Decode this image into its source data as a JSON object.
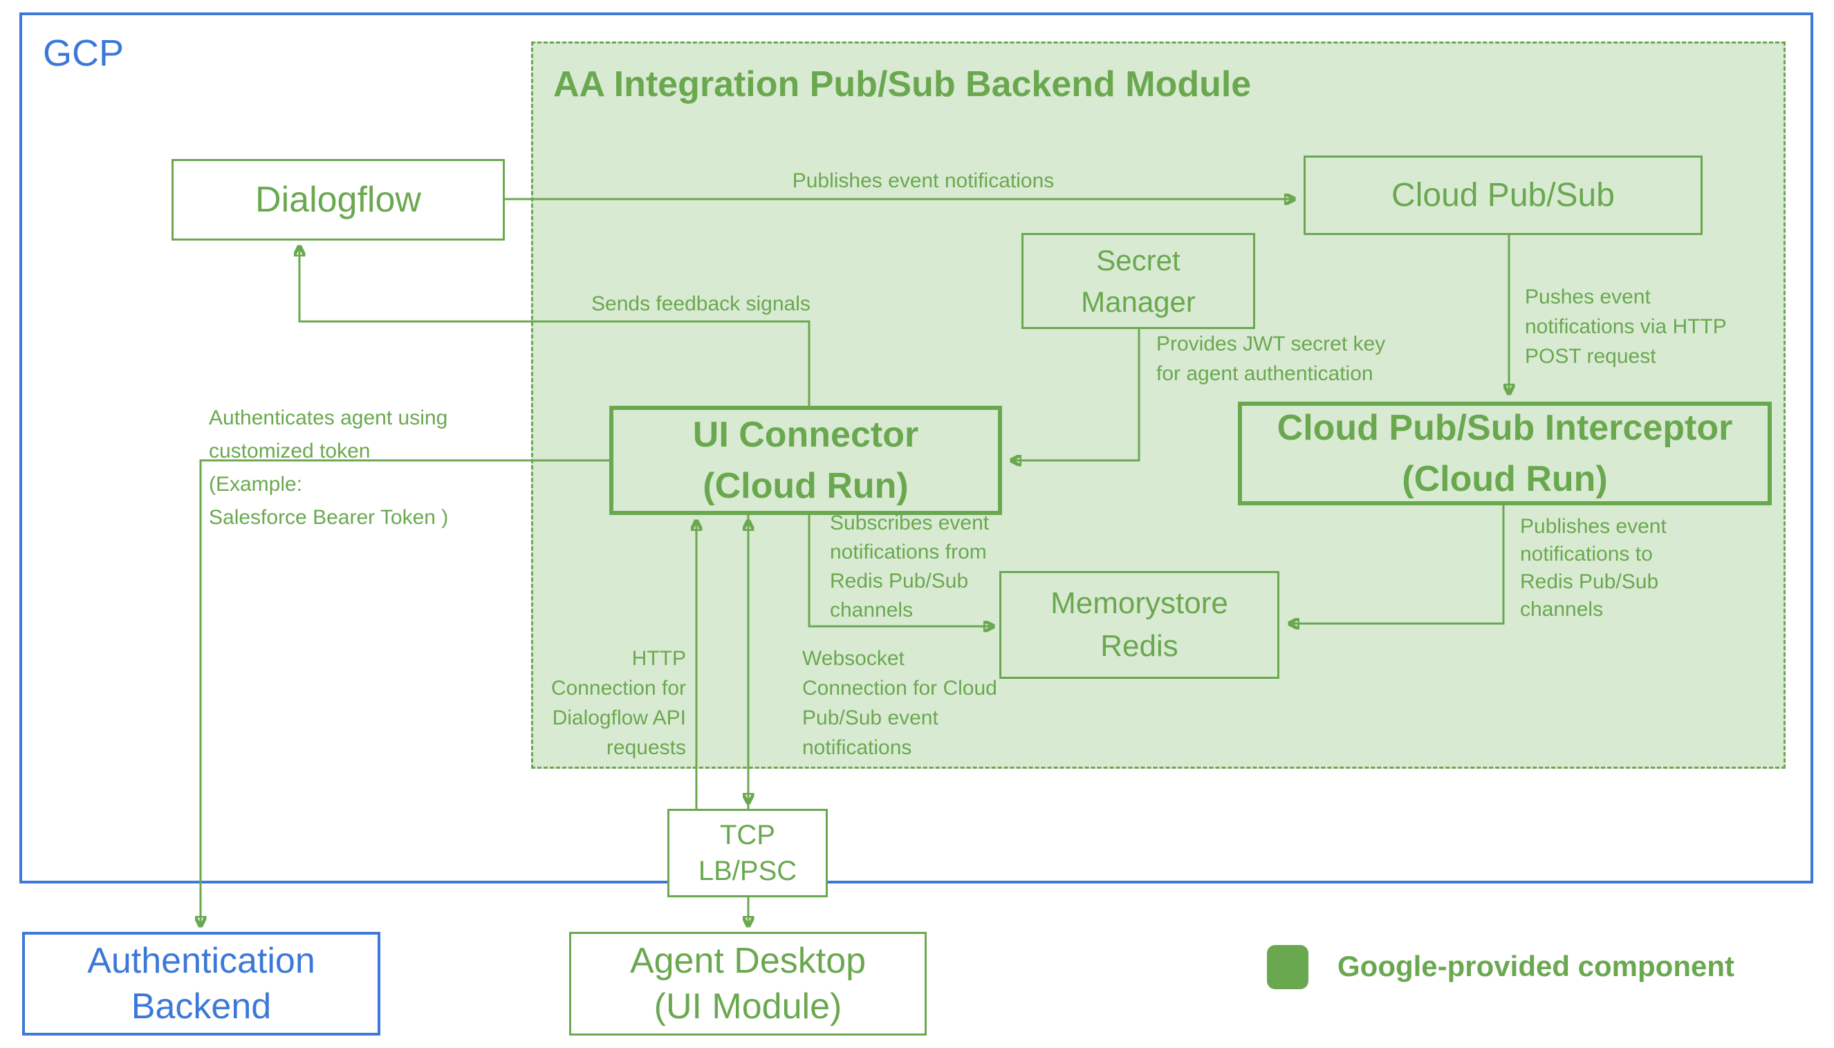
{
  "colors": {
    "green": "#6aa84f",
    "green_fill": "#d9ead3",
    "blue": "#3c78d8"
  },
  "gcp": {
    "label": "GCP"
  },
  "module": {
    "title": "AA Integration Pub/Sub Backend Module"
  },
  "nodes": {
    "dialogflow": {
      "label": "Dialogflow"
    },
    "cloud_pubsub": {
      "label": "Cloud Pub/Sub"
    },
    "secret_manager": {
      "lines": [
        "Secret",
        "Manager"
      ]
    },
    "ui_connector": {
      "lines": [
        "UI Connector",
        "(Cloud Run)"
      ]
    },
    "pubsub_interceptor": {
      "lines": [
        "Cloud Pub/Sub Interceptor",
        "(Cloud Run)"
      ]
    },
    "memorystore_redis": {
      "lines": [
        "Memorystore",
        "Redis"
      ]
    },
    "tcp_lb_psc": {
      "lines": [
        "TCP",
        "LB/PSC"
      ]
    },
    "authentication_backend": {
      "lines": [
        "Authentication",
        "Backend"
      ]
    },
    "agent_desktop": {
      "lines": [
        "Agent Desktop",
        "(UI Module)"
      ]
    }
  },
  "edges": {
    "publishes": {
      "label": "Publishes event notifications"
    },
    "pushes": {
      "lines": [
        "Pushes event",
        "notifications via HTTP",
        "POST request"
      ]
    },
    "provides_jwt": {
      "lines": [
        "Provides JWT secret key",
        "for agent authentication"
      ]
    },
    "feedback": {
      "label": "Sends feedback signals"
    },
    "authenticates": {
      "lines": [
        "Authenticates agent using",
        "customized token",
        "(Example:",
        "Salesforce Bearer Token )"
      ]
    },
    "subscribes": {
      "lines": [
        "Subscribes event",
        "notifications from",
        "Redis Pub/Sub",
        "channels"
      ]
    },
    "publishes_redis": {
      "lines": [
        "Publishes event",
        "notifications to",
        "Redis Pub/Sub",
        "channels"
      ]
    },
    "http_connection": {
      "lines": [
        "HTTP",
        "Connection for",
        "Dialogflow API",
        "requests"
      ]
    },
    "websocket_connection": {
      "lines": [
        "Websocket",
        "Connection for Cloud",
        "Pub/Sub event",
        "notifications"
      ]
    }
  },
  "legend": {
    "label": "Google-provided component"
  }
}
